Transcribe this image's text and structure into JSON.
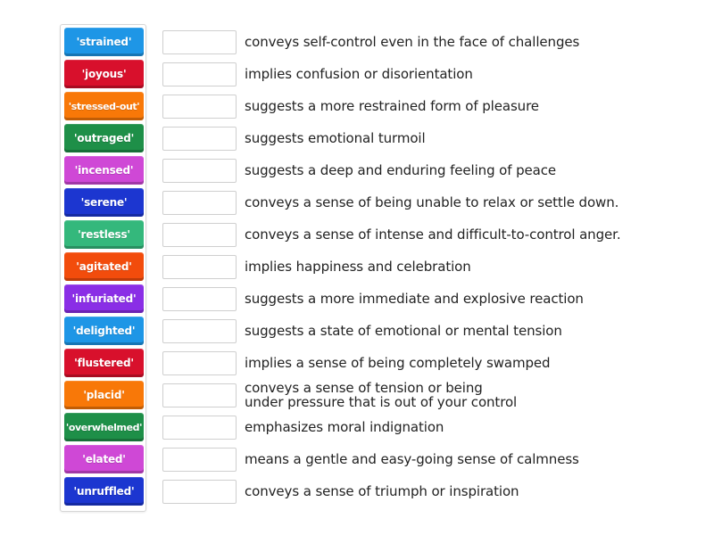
{
  "tiles": [
    {
      "label": "'strained'",
      "color": "#1e96e6"
    },
    {
      "label": "'joyous'",
      "color": "#d8102c"
    },
    {
      "label": "'stressed-out'",
      "color": "#f87808"
    },
    {
      "label": "'outraged'",
      "color": "#1e8f48"
    },
    {
      "label": "'incensed'",
      "color": "#cf48d6"
    },
    {
      "label": "'serene'",
      "color": "#1c36d0"
    },
    {
      "label": "'restless'",
      "color": "#34b87c"
    },
    {
      "label": "'agitated'",
      "color": "#f24c0c"
    },
    {
      "label": "'infuriated'",
      "color": "#8a2ee6"
    },
    {
      "label": "'delighted'",
      "color": "#1e96e6"
    },
    {
      "label": "'flustered'",
      "color": "#d8102c"
    },
    {
      "label": "'placid'",
      "color": "#f87808"
    },
    {
      "label": "'overwhelmed'",
      "color": "#1e8f48"
    },
    {
      "label": "'elated'",
      "color": "#cf48d6"
    },
    {
      "label": "'unruffled'",
      "color": "#1c36d0"
    }
  ],
  "rows": [
    {
      "answer": "",
      "definition": "conveys self-control even in the face of challenges"
    },
    {
      "answer": "",
      "definition": "implies confusion or disorientation"
    },
    {
      "answer": "",
      "definition": "suggests a more restrained form of pleasure"
    },
    {
      "answer": "",
      "definition": "suggests emotional turmoil"
    },
    {
      "answer": "",
      "definition": "suggests a deep and enduring feeling of peace"
    },
    {
      "answer": "",
      "definition": "conveys a sense of being unable to relax or settle down."
    },
    {
      "answer": "",
      "definition": "conveys a sense of intense and difficult-to-control anger."
    },
    {
      "answer": "",
      "definition": "implies happiness and celebration"
    },
    {
      "answer": "",
      "definition": "suggests a more immediate and explosive reaction"
    },
    {
      "answer": "",
      "definition": "suggests a state of emotional or mental tension"
    },
    {
      "answer": "",
      "definition": "implies a sense of being completely swamped"
    },
    {
      "answer": "",
      "definition": "conveys a sense of tension or being\nunder pressure that is out of your control"
    },
    {
      "answer": "",
      "definition": "emphasizes moral indignation"
    },
    {
      "answer": "",
      "definition": "means a gentle and easy-going sense of calmness"
    },
    {
      "answer": "",
      "definition": "conveys a sense of triumph or inspiration"
    }
  ]
}
